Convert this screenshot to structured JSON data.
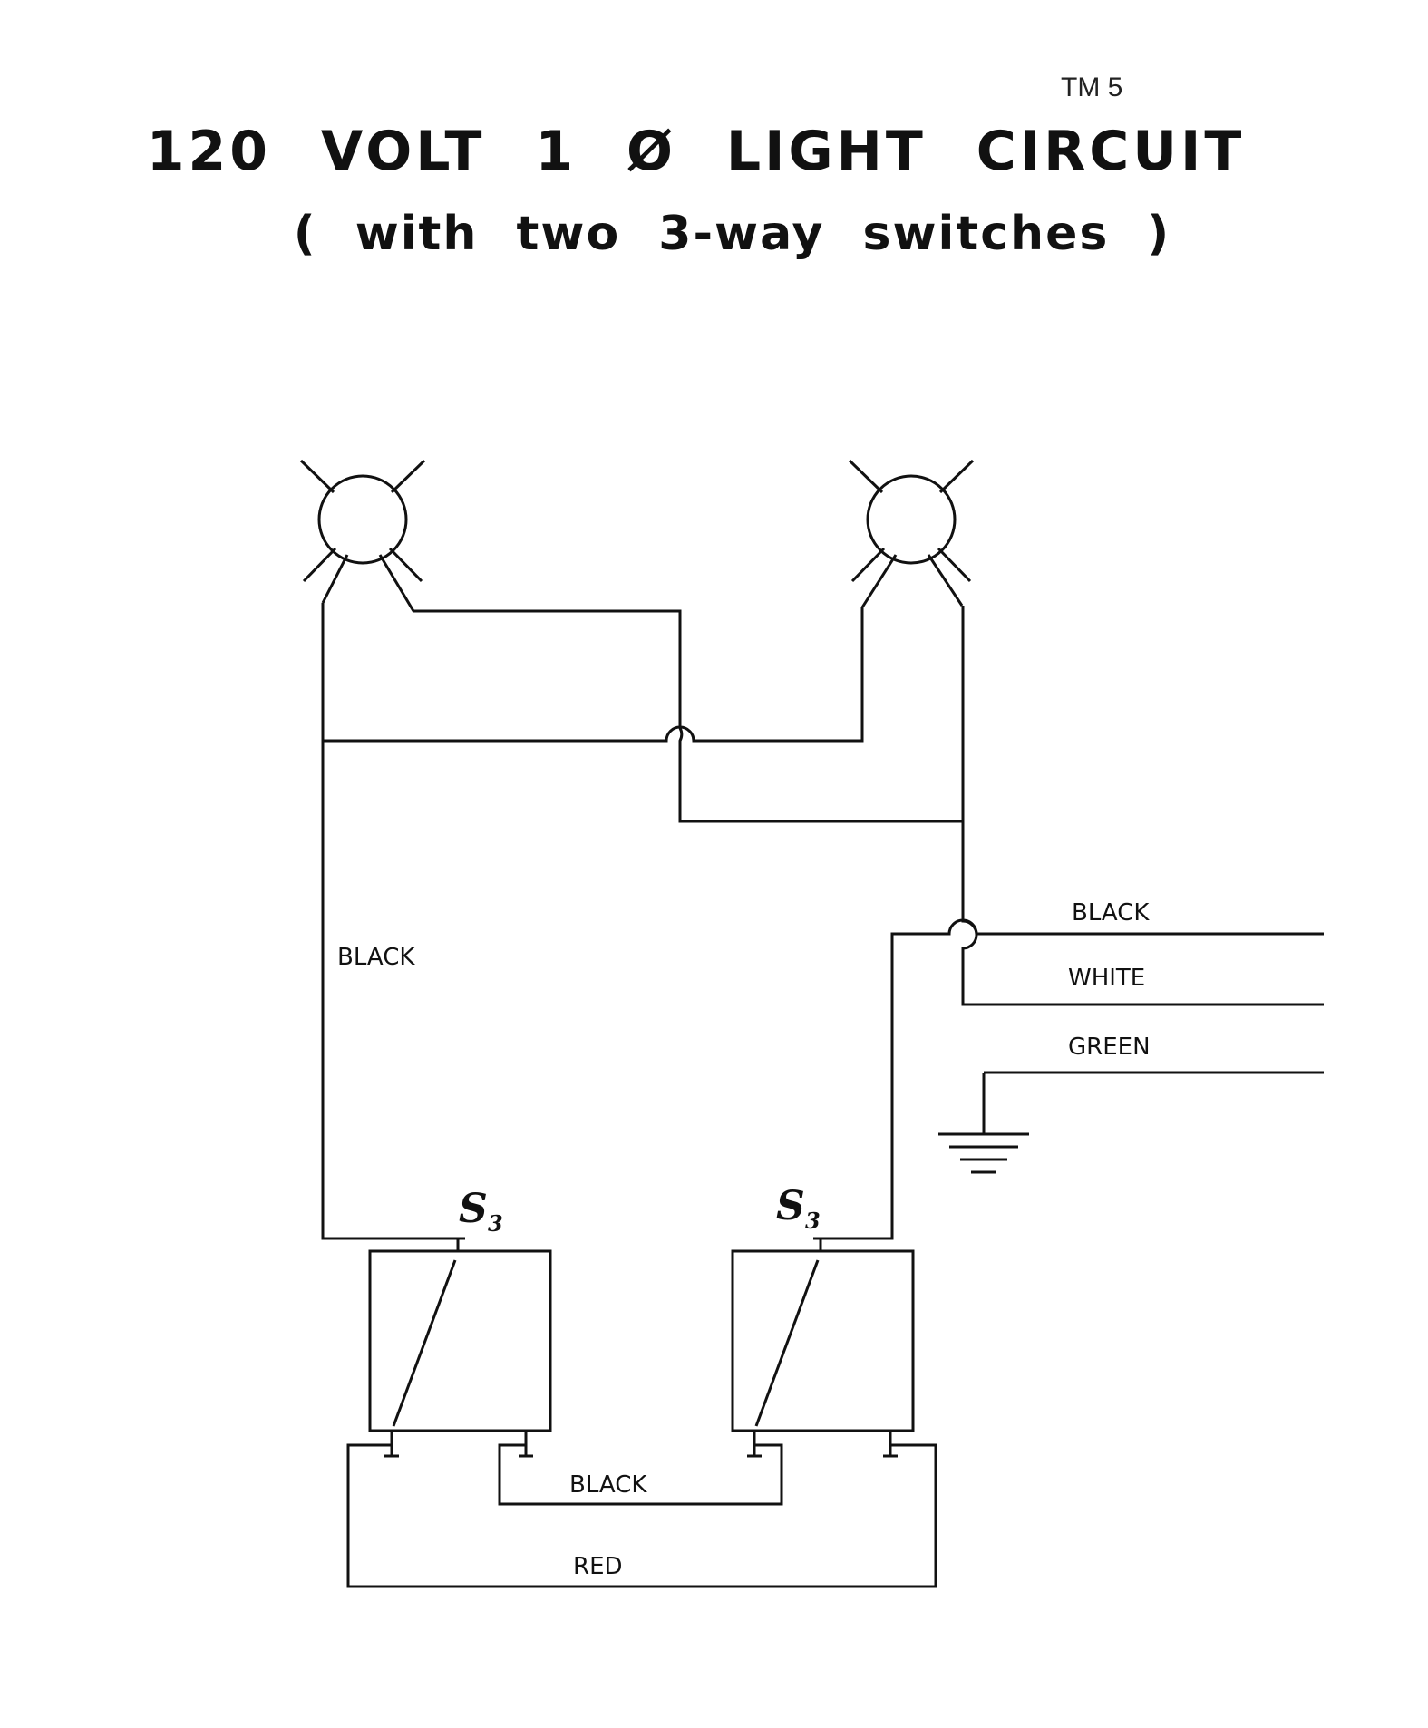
{
  "page_label": "TM 5",
  "title": "120 VOLT 1 Ø LIGHT CIRCUIT",
  "subtitle": "( with two 3-way switches )",
  "labels": {
    "left_wire": "BLACK",
    "feed_black": "BLACK",
    "feed_white": "WHITE",
    "feed_green": "GREEN",
    "traveler_black": "BLACK",
    "traveler_red": "RED"
  },
  "switches": [
    {
      "symbol": "S",
      "subscript": "3"
    },
    {
      "symbol": "S",
      "subscript": "3"
    }
  ]
}
